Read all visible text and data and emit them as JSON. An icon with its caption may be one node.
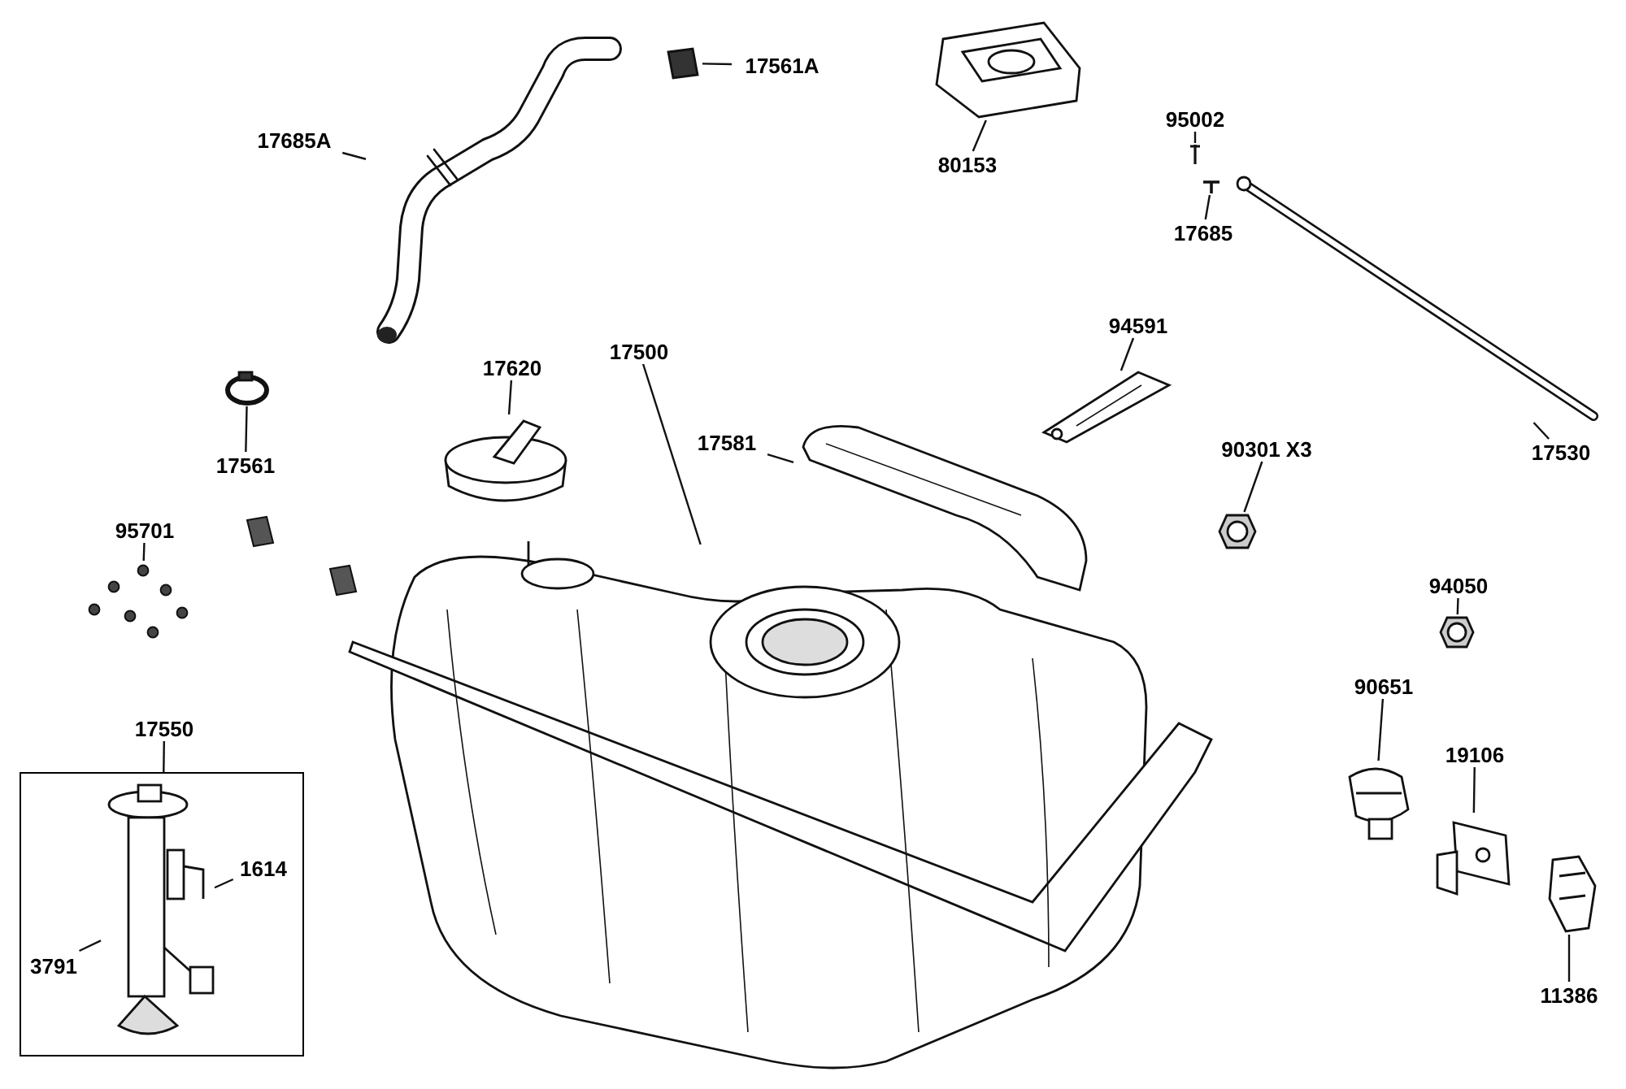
{
  "diagram": {
    "nodes": [
      {
        "text": [
          "17685A"
        ]
      },
      {
        "text": [],
        "shape": "picture"
      },
      {
        "text": [
          "17561A"
        ]
      },
      {
        "text": [],
        "shape": "box"
      },
      {
        "text": [],
        "shape": "picture"
      },
      {
        "text": [
          "80153"
        ]
      },
      {
        "text": [
          "95002"
        ]
      },
      {
        "text": [],
        "shape": "picture"
      },
      {
        "text": [
          "17685"
        ]
      },
      {
        "text": [],
        "shape": "picture"
      },
      {
        "text": [
          "17530"
        ]
      },
      {
        "text": [],
        "shape": "bar"
      },
      {
        "text": [
          "17620"
        ]
      },
      {
        "text": [],
        "shape": "circle"
      },
      {
        "text": [
          "17500"
        ]
      },
      {
        "text": [],
        "shape": "picture"
      },
      {
        "text": [
          "17581"
        ]
      },
      {
        "text": [],
        "shape": "picture"
      },
      {
        "text": [
          "94591"
        ]
      },
      {
        "text": [],
        "shape": "picture"
      },
      {
        "text": [
          "90301 X3"
        ]
      },
      {
        "text": [],
        "shape": "picture"
      },
      {
        "text": [
          "17561"
        ]
      },
      {
        "text": [],
        "shape": "circle"
      },
      {
        "text": [
          "95701"
        ]
      },
      {
        "text": [],
        "shape": "picture"
      },
      {
        "text": [
          "94050"
        ]
      },
      {
        "text": [],
        "shape": "picture"
      },
      {
        "text": [
          "90651"
        ]
      },
      {
        "text": [],
        "shape": "picture"
      },
      {
        "text": [
          "19106"
        ]
      },
      {
        "text": [],
        "shape": "picture"
      },
      {
        "text": [
          "11386"
        ]
      },
      {
        "text": [],
        "shape": "picture"
      },
      {
        "text": [
          "17550"
        ]
      },
      {
        "text": [],
        "shape": "box"
      },
      {
        "text": [],
        "shape": "picture",
        "in": 35
      },
      {
        "text": [
          "1614"
        ],
        "in": 35
      },
      {
        "text": [
          "3791"
        ],
        "in": 35
      }
    ],
    "edges": [
      {
        "from": 0,
        "to": 1,
        "arrow": "none"
      },
      {
        "from": 2,
        "to": 3,
        "arrow": "none"
      },
      {
        "from": 5,
        "to": 4,
        "arrow": "none"
      },
      {
        "from": 6,
        "to": 7,
        "arrow": "none"
      },
      {
        "from": 8,
        "to": 9,
        "arrow": "none"
      },
      {
        "from": 10,
        "to": 11,
        "arrow": "none"
      },
      {
        "from": 12,
        "to": 13,
        "arrow": "none"
      },
      {
        "from": 14,
        "to": 15,
        "arrow": "none"
      },
      {
        "from": 16,
        "to": 17,
        "arrow": "none"
      },
      {
        "from": 18,
        "to": 19,
        "arrow": "none"
      },
      {
        "from": 20,
        "to": 21,
        "arrow": "none"
      },
      {
        "from": 22,
        "to": 23,
        "arrow": "none"
      },
      {
        "from": 24,
        "to": 25,
        "arrow": "none"
      },
      {
        "from": 26,
        "to": 27,
        "arrow": "none"
      },
      {
        "from": 28,
        "to": 29,
        "arrow": "none"
      },
      {
        "from": 30,
        "to": 31,
        "arrow": "none"
      },
      {
        "from": 32,
        "to": 33,
        "arrow": "none"
      },
      {
        "from": 34,
        "to": 35,
        "arrow": "none"
      },
      {
        "from": 37,
        "to": 36,
        "arrow": "none"
      },
      {
        "from": 38,
        "to": 36,
        "arrow": "none"
      }
    ]
  }
}
